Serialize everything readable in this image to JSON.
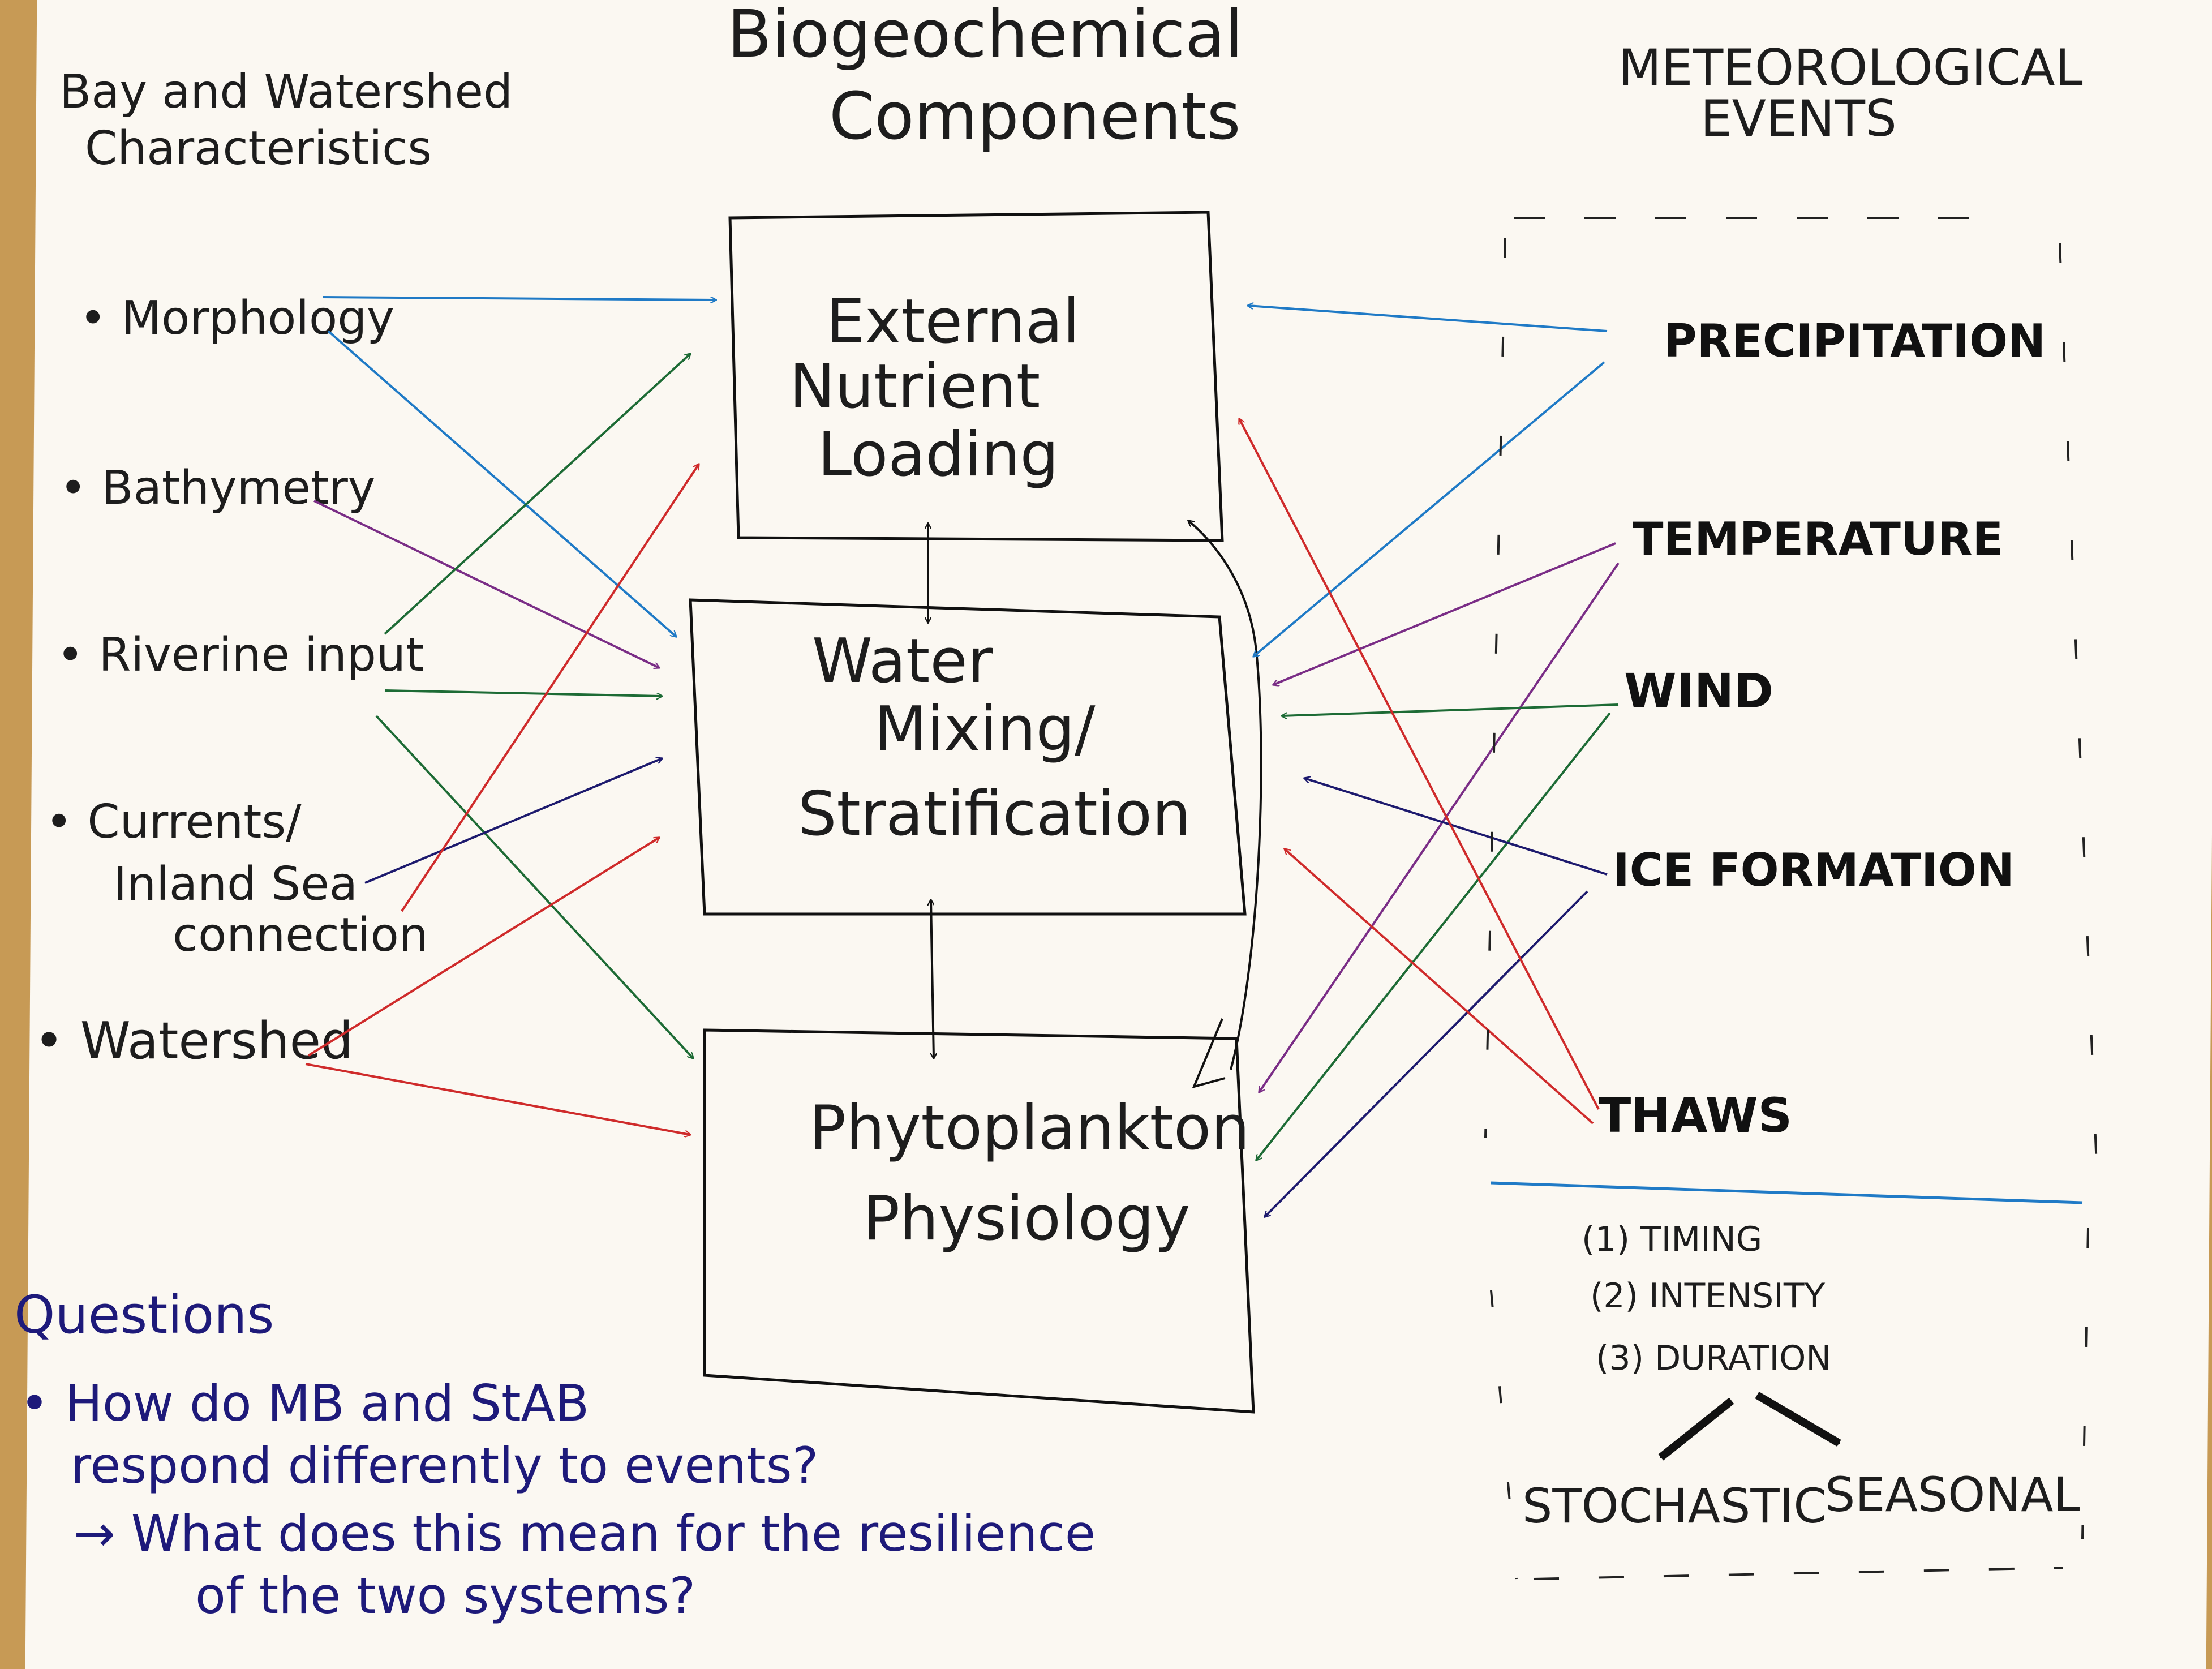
{
  "headers": {
    "left": [
      "Bay and Watershed",
      "Characteristics"
    ],
    "center": [
      "Biogeochemical",
      "Components"
    ],
    "right": [
      "METEOROLOGICAL",
      "EVENTS"
    ]
  },
  "left_items": [
    "• Morphology",
    "• Bathymetry",
    "• Riverine input",
    [
      "• Currents/",
      "Inland Sea",
      "connection"
    ],
    "• Watershed"
  ],
  "components": [
    [
      "External",
      "Nutrient",
      "Loading"
    ],
    [
      "Water",
      "Mixing/",
      "Stratification"
    ],
    [
      "Phytoplankton",
      "Physiology"
    ]
  ],
  "events": [
    "PRECIPITATION",
    "TEMPERATURE",
    "WIND",
    "ICE FORMATION",
    "THAWS"
  ],
  "event_attributes": [
    "(1) TIMING",
    "(2) INTENSITY",
    "(3) DURATION"
  ],
  "event_types": [
    "STOCHASTIC",
    "SEASONAL"
  ],
  "questions": {
    "heading": "Questions",
    "lines": [
      "• How do MB and StAB",
      "respond differently to events?",
      "→ What does this mean for the resilience",
      "of the two systems?"
    ]
  },
  "colors": {
    "blue": "#1f7ac6",
    "purple": "#7a2d86",
    "green": "#1d6b35",
    "red": "#cf2b2b",
    "navy": "#1d1a6e",
    "black": "#111111"
  }
}
